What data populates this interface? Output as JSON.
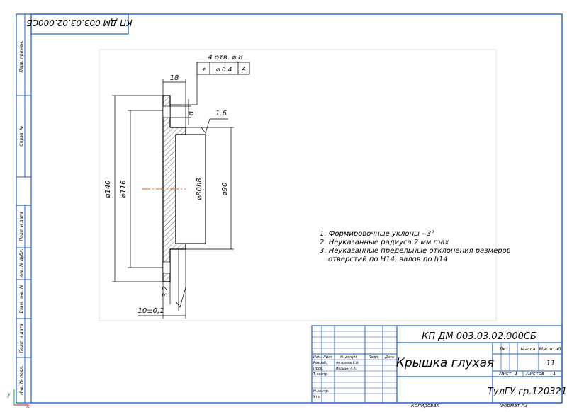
{
  "drawing": {
    "code_top": "КП ДМ 003.03.02.000СБ",
    "code_main": "КП ДМ 003.03.02.000СБ",
    "title": "Крышка глухая",
    "org": "ТулГУ гр.120321",
    "sheet_mass": "11",
    "format": "Формат  А3",
    "copied": "Копировал"
  },
  "left_strip": {
    "perv_primen": "Перв. примен.",
    "sprav_no": "Справ. №",
    "podp_data_1": "Подп. и дата",
    "inv_dubl": "Инв. № дубл.",
    "vzam_inv": "Взам. инв. №",
    "podp_data_2": "Подп. и дата",
    "inv_podl": "Инв. № подл."
  },
  "dimensions": {
    "holes": "4 отв. ⌀ 8",
    "tol_symbol": "⌖",
    "tol_value": "⌀ 0.4",
    "tol_base": "А",
    "d140": "⌀140",
    "d116": "⌀116",
    "d80": "⌀80h8",
    "d90": "⌀90",
    "w18": "18",
    "h8": "8",
    "r16": "1.6",
    "t32": "3.2",
    "b10": "10±0,1"
  },
  "notes": [
    "1. Формировочные уклоны - 3°",
    "2. Неуказанные радиуса 2 мм max",
    "3. Неуказанные предельные отклонения размеров",
    "отверстий по H14, валов по h14"
  ],
  "title_block": {
    "izm": "Изм.",
    "list": "Лист",
    "ndokum": "№ докум.",
    "podp": "Подп.",
    "data": "Дата",
    "razrab": "Разраб.",
    "razrab_name": "Антропов Е.В.",
    "prov": "Пров.",
    "prov_name": "Ивашин А.А.",
    "tkontr": "Т.контр.",
    "nkontr": "Н.контр.",
    "utv": "Утв.",
    "lit": "Лит.",
    "massa": "Масса",
    "masshtab": "Масштаб",
    "list_label": "Лист",
    "list_no": "1",
    "listov_label": "Листов",
    "listov_no": "1"
  },
  "colors": {
    "frame": "#1f5fc4",
    "line": "#000000",
    "axis": "#e8601c",
    "axes_x": "#d02020",
    "axes_y": "#20a020"
  }
}
